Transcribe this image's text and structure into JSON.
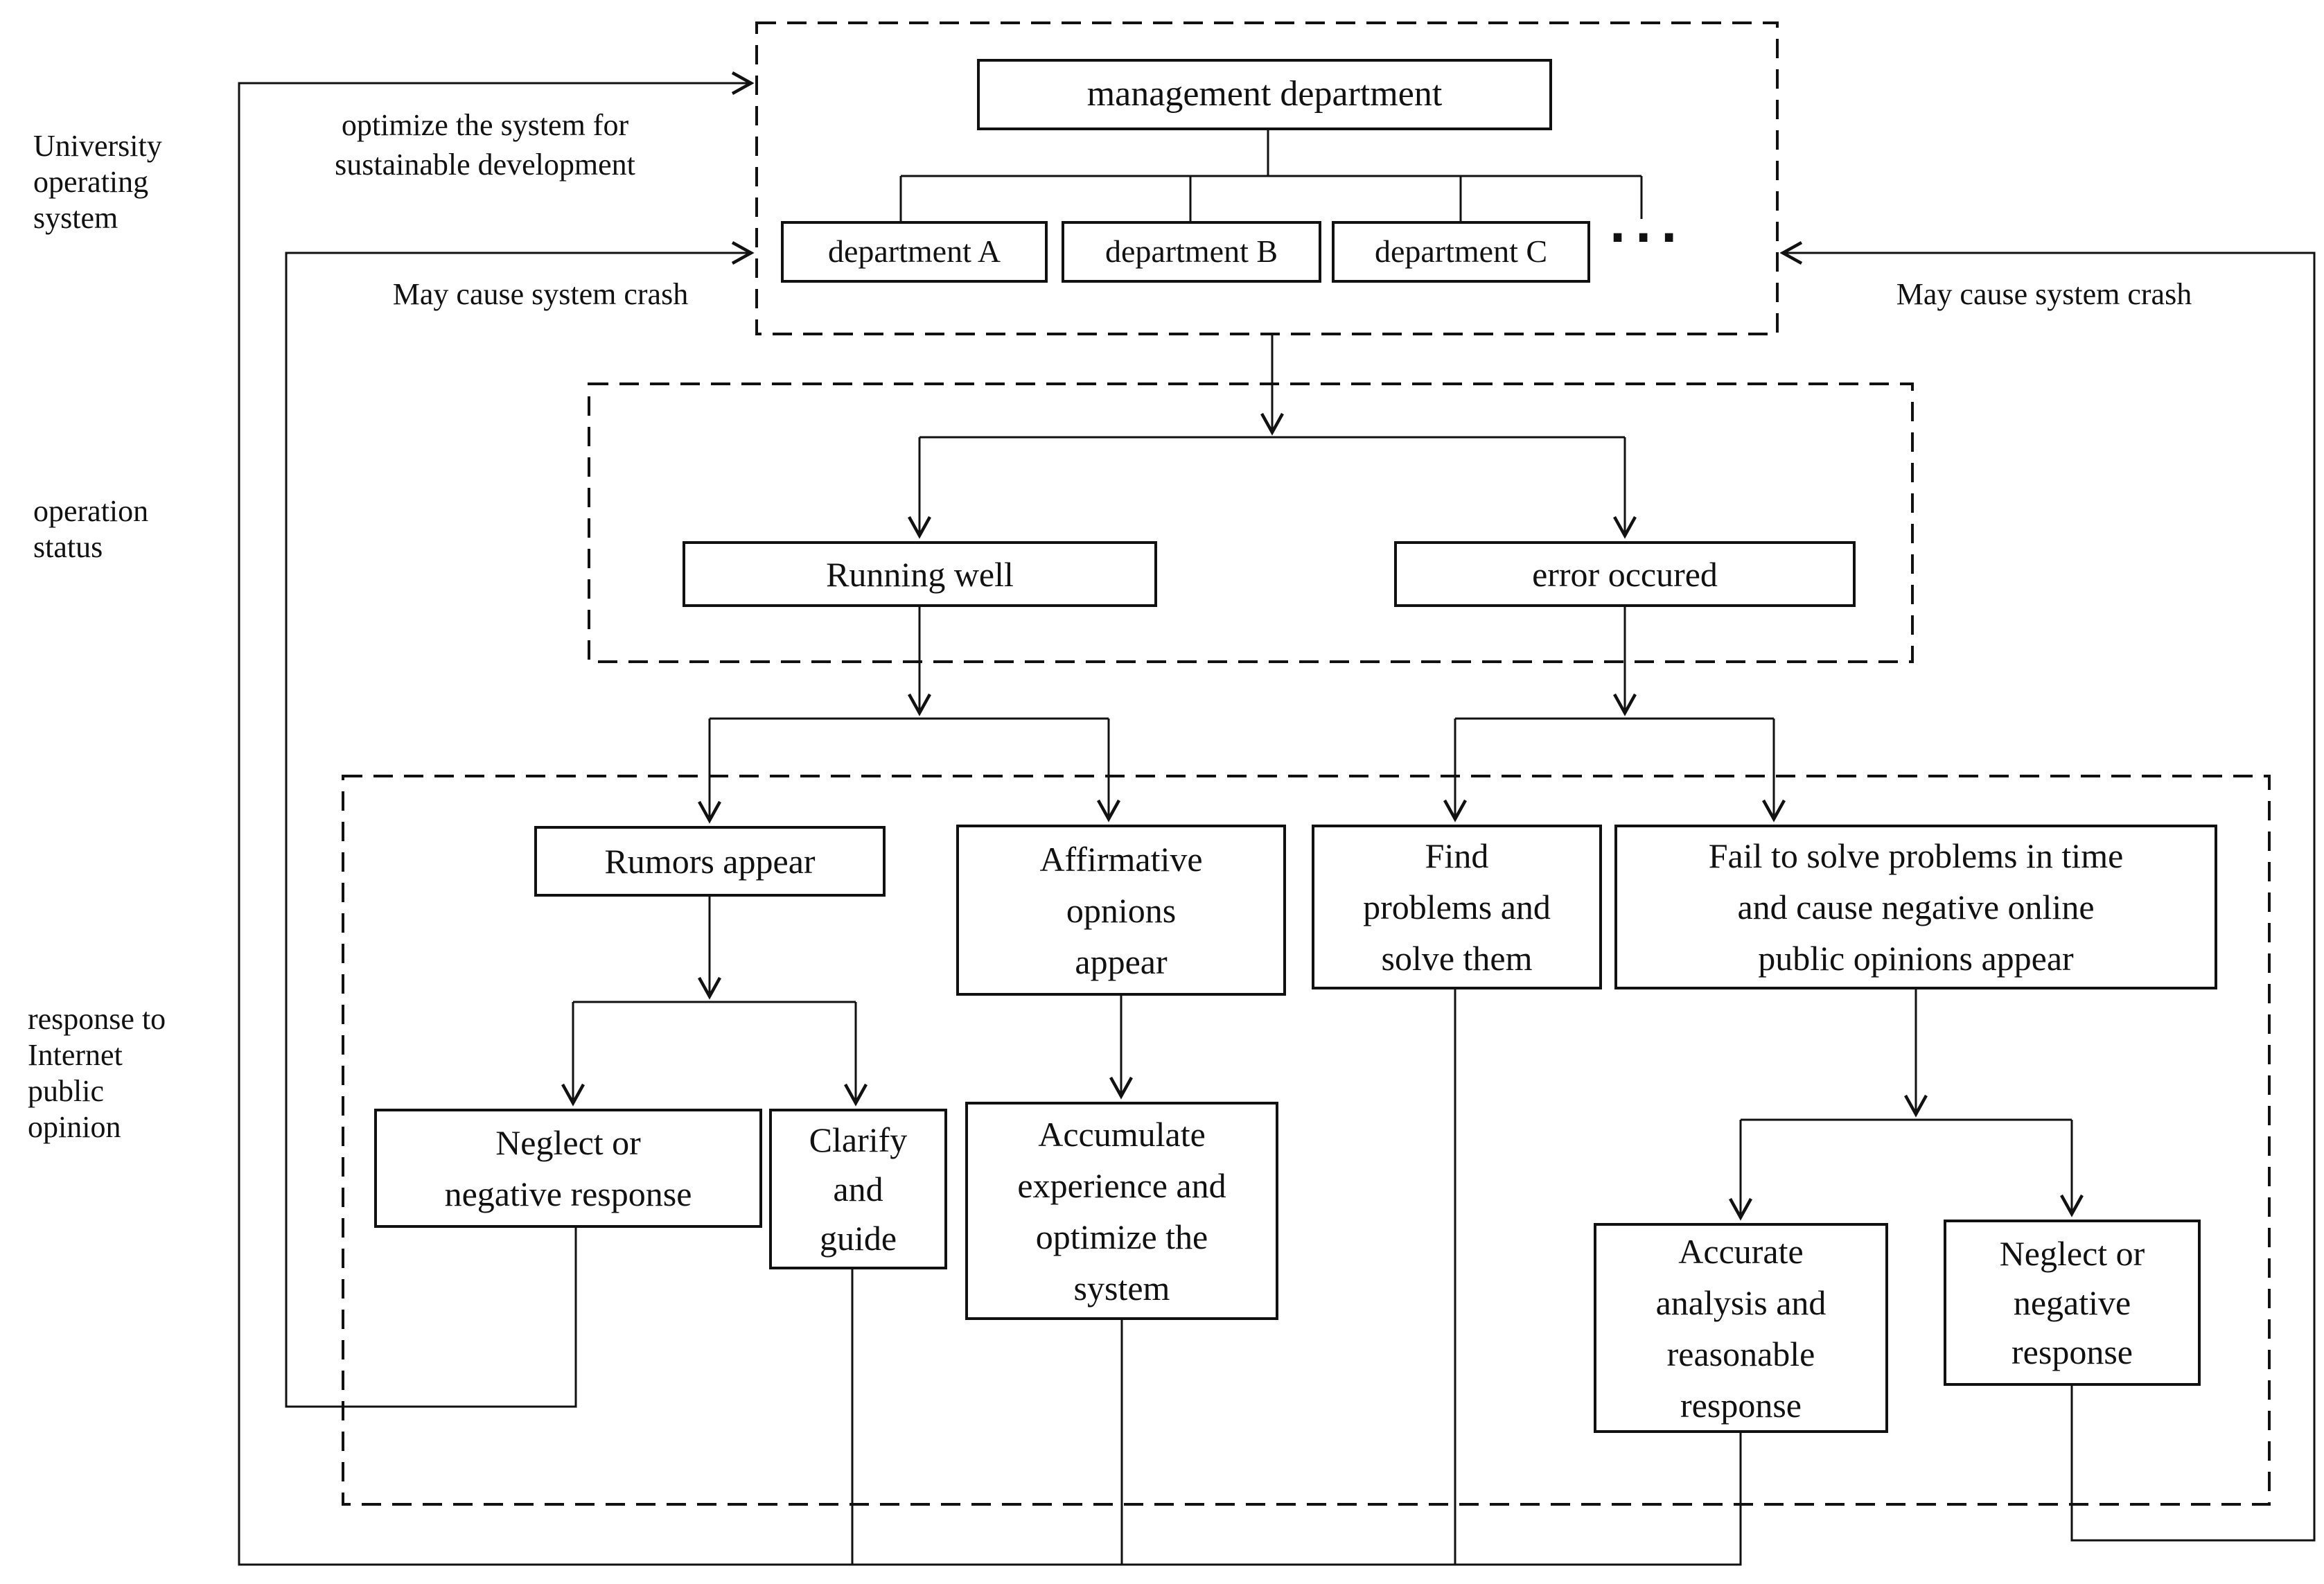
{
  "diagram": {
    "colors": {
      "line": "#111111",
      "background": "#ffffff",
      "text": "#111111"
    },
    "side_labels": {
      "university": {
        "lines": [
          "University",
          "operating",
          "system"
        ]
      },
      "operation_status": {
        "lines": [
          "operation",
          "status"
        ]
      },
      "response": {
        "lines": [
          "response to",
          "Internet",
          "public",
          "opinion"
        ]
      }
    },
    "annotations": {
      "optimize": {
        "lines": [
          "optimize the system for",
          "sustainable development"
        ]
      },
      "crash_left": "May cause system crash",
      "crash_right": "May cause system crash",
      "ellipsis": "..."
    },
    "nodes": {
      "management": {
        "lines": [
          "management department"
        ]
      },
      "dept_a": {
        "lines": [
          "department A"
        ]
      },
      "dept_b": {
        "lines": [
          "department B"
        ]
      },
      "dept_c": {
        "lines": [
          "department C"
        ]
      },
      "running_well": {
        "lines": [
          "Running well"
        ]
      },
      "error_occured": {
        "lines": [
          "error occured"
        ]
      },
      "rumors": {
        "lines": [
          "Rumors appear"
        ]
      },
      "affirmative": {
        "lines": [
          "Affirmative",
          "opnions",
          "appear"
        ]
      },
      "find_problems": {
        "lines": [
          "Find",
          "problems and",
          "solve them"
        ]
      },
      "fail_to_solve": {
        "lines": [
          "Fail to solve problems in time",
          "and cause negative online",
          "public opinions appear"
        ]
      },
      "neglect_left": {
        "lines": [
          "Neglect or",
          "negative response"
        ]
      },
      "clarify": {
        "lines": [
          "Clarify",
          "and",
          "guide"
        ]
      },
      "accumulate": {
        "lines": [
          "Accumulate",
          "experience and",
          "optimize the",
          "system"
        ]
      },
      "accurate": {
        "lines": [
          "Accurate",
          "analysis and",
          "reasonable",
          "response"
        ]
      },
      "neglect_right": {
        "lines": [
          "Neglect or",
          "negative",
          "response"
        ]
      }
    }
  }
}
